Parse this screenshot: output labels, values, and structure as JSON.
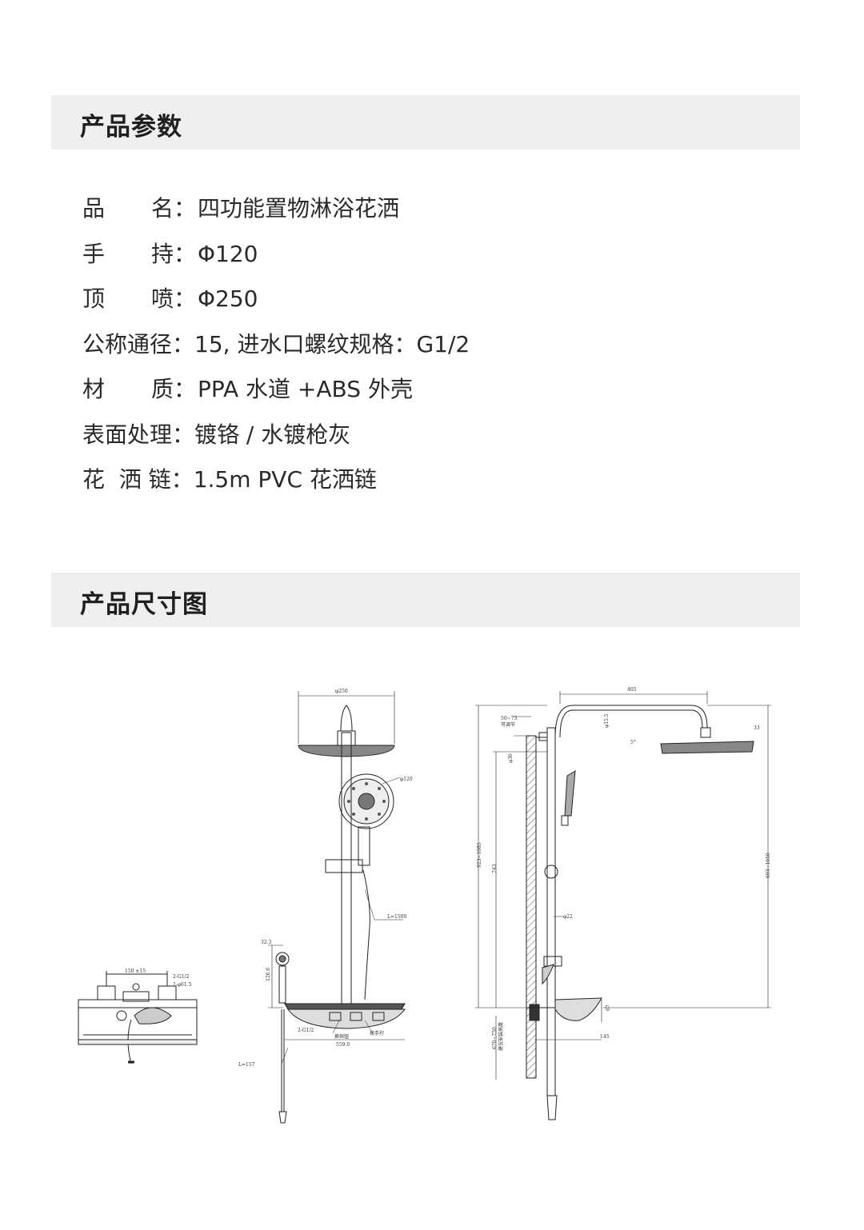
{
  "sections": {
    "params_title": "产品参数",
    "dims_title": "产品尺寸图"
  },
  "specs": [
    {
      "label_a": "品",
      "label_b": "名：",
      "value": "四功能置物淋浴花洒"
    },
    {
      "label_a": "手",
      "label_b": "持：",
      "value": "Φ120"
    },
    {
      "label_a": "顶",
      "label_b": "喷：",
      "value": "Φ250"
    },
    {
      "label": "公称通径：",
      "value": "15, 进水口螺纹规格：G1/2"
    },
    {
      "label_a": "材",
      "label_b": "质：",
      "value": "PPA 水道 +ABS 外壳"
    },
    {
      "label": "表面处理：",
      "value": "镀铬 / 水镀枪灰"
    },
    {
      "label": "花  洒 链：",
      "value": "1.5m PVC 花洒链"
    }
  ],
  "drawing": {
    "dims": {
      "top_diameter": "φ250",
      "hand_diameter": "φ120",
      "hose": "L=1500",
      "hose2": "L=157",
      "mixer_center": "150 ±15",
      "mixer_inlet": "2-G1/2",
      "mixer_pipe": "2-φ61.5",
      "side_small": "32.3",
      "side_height": "126.6",
      "shelf_inlet": "2-G1/2",
      "shelf_width": "559.0",
      "label_knob": "换挡钮",
      "label_switch": "按手拧",
      "arm_length": "405",
      "drop": "33",
      "adjust": "50~73",
      "adjust_label": "可调节",
      "pipe_top": "φ15.5",
      "angle": "5°",
      "pipe_dia": "φ30",
      "total_height": "923~1085",
      "mid_height": "743",
      "right_height": "693~1050",
      "pipe_22": "φ22",
      "bottom_height": "670~750",
      "bottom_label": "建议安装高度",
      "shelf_h": "67",
      "shelf_d": "145"
    }
  }
}
